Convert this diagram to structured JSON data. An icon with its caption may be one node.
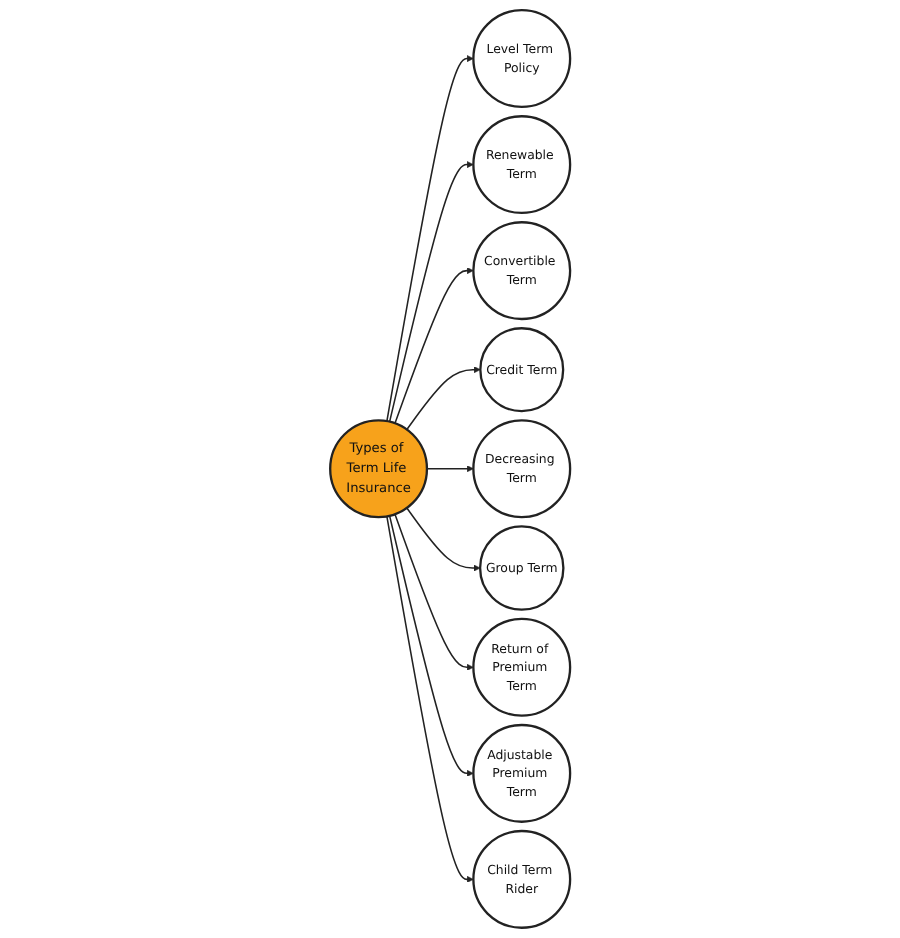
{
  "diagram": {
    "nodes": [
      {
        "text": [
          "Types of Term Life Insurance"
        ]
      },
      {
        "text": [
          "Level Term Policy"
        ]
      },
      {
        "text": [
          "Renewable Term"
        ]
      },
      {
        "text": [
          "Convertible Term"
        ]
      },
      {
        "text": [
          "Credit Term"
        ]
      },
      {
        "text": [
          "Decreasing Term"
        ]
      },
      {
        "text": [
          "Group Term"
        ]
      },
      {
        "text": [
          "Return of Premium Term"
        ]
      },
      {
        "text": [
          "Adjustable Premium Term"
        ]
      },
      {
        "text": [
          "Child Term Rider"
        ]
      }
    ],
    "edges": [
      {
        "from": 0,
        "to": 1,
        "arrow": "to"
      },
      {
        "from": 0,
        "to": 2,
        "arrow": "to"
      },
      {
        "from": 0,
        "to": 3,
        "arrow": "to"
      },
      {
        "from": 0,
        "to": 4,
        "arrow": "to"
      },
      {
        "from": 0,
        "to": 5,
        "arrow": "to"
      },
      {
        "from": 0,
        "to": 6,
        "arrow": "to"
      },
      {
        "from": 0,
        "to": 7,
        "arrow": "to"
      },
      {
        "from": 0,
        "to": 8,
        "arrow": "to"
      },
      {
        "from": 0,
        "to": 9,
        "arrow": "to"
      }
    ]
  }
}
